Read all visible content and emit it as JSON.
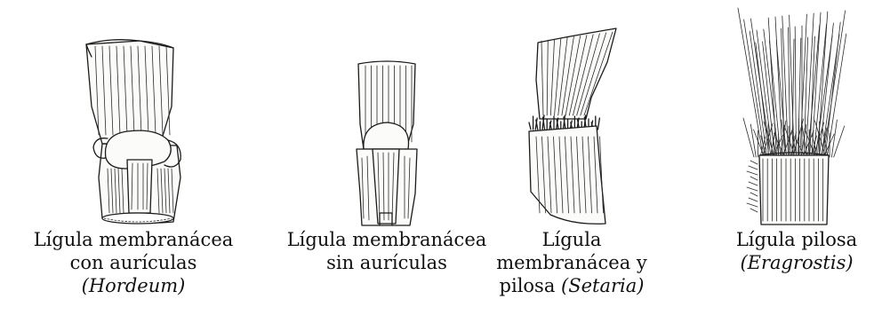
{
  "panels": [
    {
      "caption_line1": "Lígula membranácea",
      "caption_line2": "con aurículas",
      "caption_italic": "(Hordeum)"
    },
    {
      "caption_line1": "Lígula membranácea",
      "caption_line2": "sin aurículas"
    },
    {
      "caption_line1": "Lígula",
      "caption_line2": "membranácea y",
      "caption_line3_plain": "pilosa ",
      "caption_line3_italic": "(Setaria)"
    },
    {
      "caption_line1": "Lígula pilosa",
      "caption_italic": "(Eragrostis)"
    }
  ]
}
